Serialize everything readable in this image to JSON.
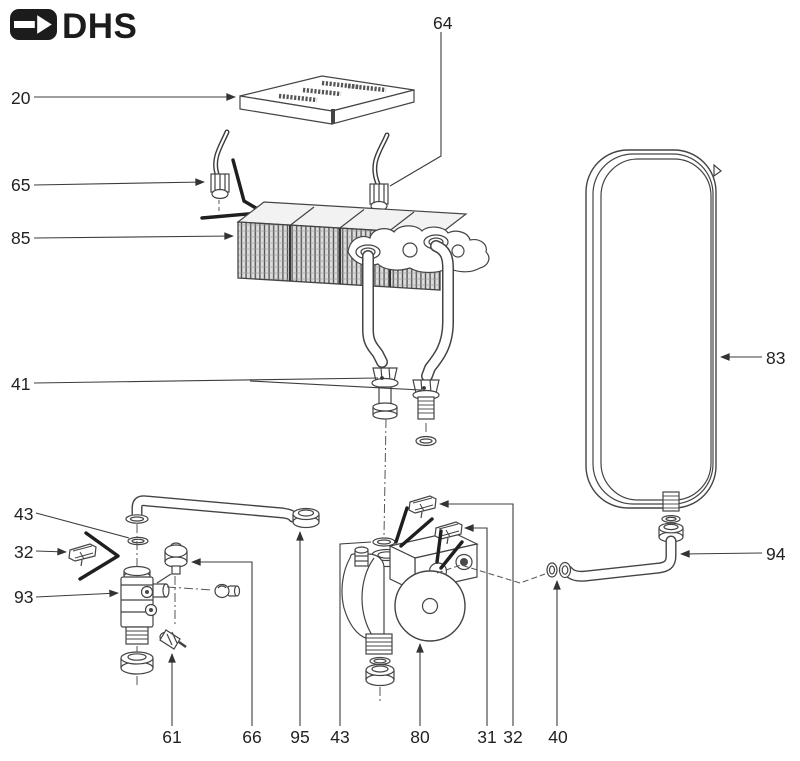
{
  "logo": {
    "text": "DHS",
    "icon": "arrow-right-pill"
  },
  "callouts": {
    "c20": "20",
    "c65": "65",
    "c85": "85",
    "c41": "41",
    "c43_left": "43",
    "c32_left": "32",
    "c93": "93",
    "c64": "64",
    "c83": "83",
    "c94": "94",
    "c61": "61",
    "c66": "66",
    "c95": "95",
    "c43_bottom": "43",
    "c80": "80",
    "c31": "31",
    "c32_bottom": "32",
    "c40": "40"
  }
}
